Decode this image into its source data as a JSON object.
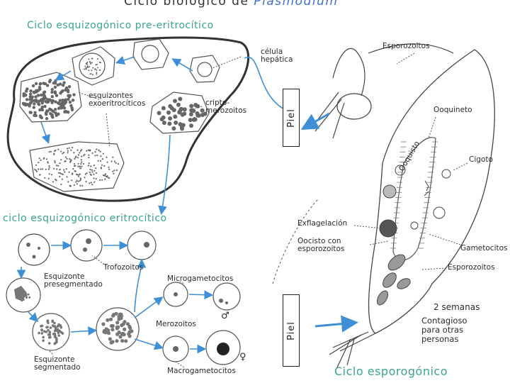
{
  "title": {
    "part1": "Ciclo biológico de",
    "part2": "Plasmodium"
  },
  "sections": {
    "pre_eritrocitico": "Ciclo esquizogónico pre-eritrocítico",
    "eritrocitico": "ciclo esquizogónico eritrocítico",
    "esporogonico": "Ciclo esporogónico"
  },
  "labels": {
    "celula_hepatica": "célula hepática",
    "esquizontes_exo": "esquizontes exoeritrocíticos",
    "criptomerozoitos": "cripto- merozoitos",
    "esporozoitos_top": "Esporozoitos",
    "ooquineto": "Ooquineto",
    "ooquisto": "Ooquisto",
    "cigoto": "Cigoto",
    "exflagelacion": "Exflagelación",
    "oocisto_esporozoitos": "Oocisto con esporozoitos",
    "gametocitos": "Gametocitos",
    "esporozoitos_bottom": "Esporozoitos",
    "tiempo": "2 semanas",
    "contagioso": "Contagioso para otras personas",
    "esquizonte_preseg": "Esquizonte presegmentado",
    "trofozoitos": "Trofozoitos",
    "microgametocitos": "Microgametocitos",
    "merozoitos": "Merozoitos",
    "esquizonte_seg": "Esquizonte segmentado",
    "macrogametocitos": "Macrogametocitos",
    "piel_top": "Piel",
    "piel_bottom": "Piel",
    "male_symbol": "♂",
    "female_symbol": "♀"
  },
  "colors": {
    "arrow_blue": "#3f8fd6",
    "text_green": "#3aa58a",
    "ink": "#2b2b2b"
  }
}
